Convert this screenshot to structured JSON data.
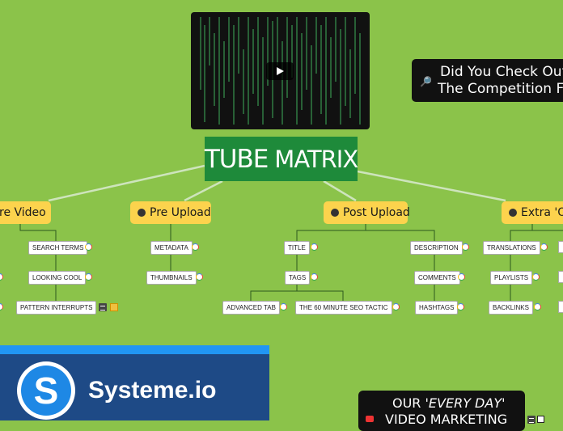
{
  "central": {
    "title_main": "TUBE",
    "title_sub": "MATRIX"
  },
  "video": {
    "icon": "play-icon"
  },
  "callout": {
    "line1": "Did You Check Out",
    "line2": "The Competition First",
    "icon": "magnifier-icon"
  },
  "topics": {
    "pre_video": "re Video",
    "pre_upload": "Pre Upload",
    "post_upload": "Post Upload",
    "extra": "Extra 'Oo"
  },
  "leaves": {
    "search_terms": "SEARCH TERMS",
    "looking_cool": "LOOKING COOL",
    "pattern_interrupts": "PATTERN INTERRUPTS",
    "metadata": "METADATA",
    "thumbnails": "THUMBNAILS",
    "title": "TITLE",
    "tags": "TAGS",
    "advanced_tab": "ADVANCED TAB",
    "seo_tactic": "THE 60 MINUTE SEO TACTIC",
    "description": "DESCRIPTION",
    "comments": "COMMENTS",
    "hashtags": "HASHTAGS",
    "translations": "TRANSLATIONS",
    "playlists": "PLAYLISTS",
    "backlinks": "BACKLINKS"
  },
  "promo": {
    "brand": "Systeme.io",
    "logo_letter": "S"
  },
  "every_day": {
    "line1_prefix": "OUR",
    "line1_italic": "'EVERY DAY'",
    "line2": "VIDEO MARKETING"
  },
  "colors": {
    "background": "#8bc34a",
    "central": "#1e8a3a",
    "topic": "#fcd34d",
    "promo": "#1e4a86"
  }
}
